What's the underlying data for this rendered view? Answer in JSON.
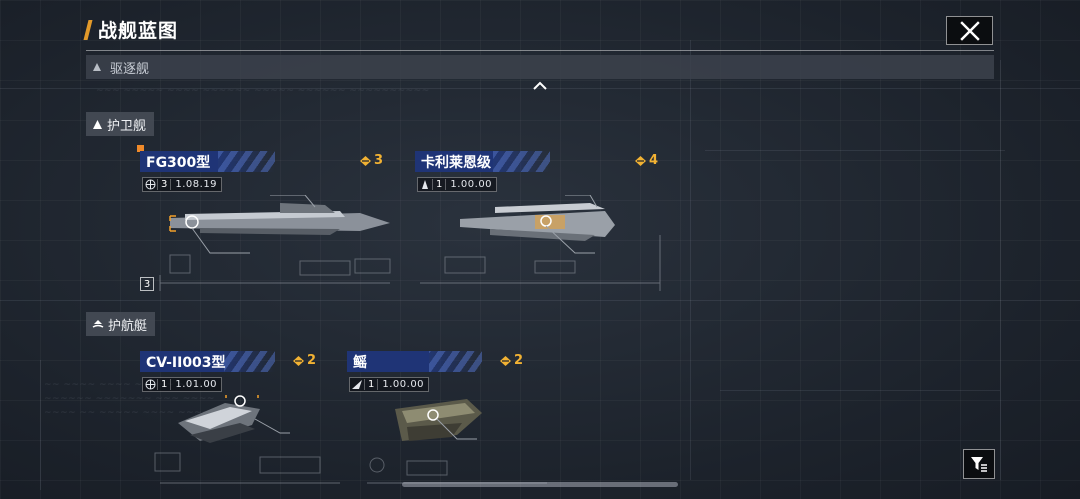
{
  "header": {
    "title": "战舰蓝图"
  },
  "collapsed_category": {
    "label": "驱逐舰"
  },
  "sections": [
    {
      "label": "护卫舰",
      "ships": [
        {
          "name": "FG300型",
          "count": "3",
          "tier": "3",
          "version": "1.08.19",
          "variants": "3"
        },
        {
          "name": "卡利莱恩级",
          "count": "4",
          "tier": "1",
          "version": "1.00.00"
        }
      ]
    },
    {
      "label": "护航艇",
      "ships": [
        {
          "name": "CV-II003型",
          "count": "2",
          "tier": "1",
          "version": "1.01.00"
        },
        {
          "name": "鳐",
          "count": "2",
          "tier": "1",
          "version": "1.00.00"
        }
      ]
    }
  ],
  "colors": {
    "accent": "#e39a2a",
    "badge": "#f2b233",
    "name_bar": "#1f3476",
    "selected": "#f08a2a"
  },
  "icons": {
    "close": "close-icon",
    "collapse": "chevron-up-icon",
    "filter": "filter-icon",
    "count": "blueprint-count-icon"
  }
}
